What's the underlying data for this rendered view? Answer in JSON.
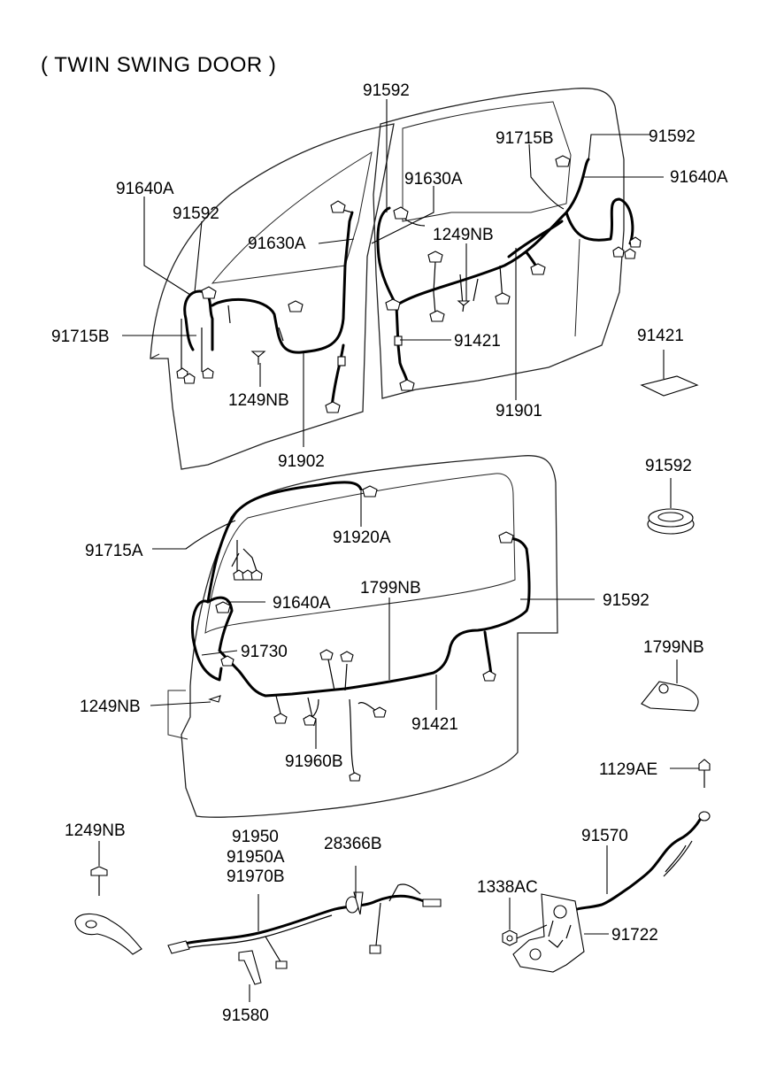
{
  "title": "( TWIN SWING DOOR )",
  "labels": {
    "front_91592": "91592",
    "front_91715B_r": "91715B",
    "front_91592_r": "91592",
    "front_91640A_r": "91640A",
    "front_91640A_l": "91640A",
    "front_91630A_r": "91630A",
    "front_91592_l": "91592",
    "front_1249NB_r": "1249NB",
    "front_91630A_l": "91630A",
    "front_91715B_l": "91715B",
    "front_91421": "91421",
    "front_1249NB_l": "1249NB",
    "front_91901": "91901",
    "front_91902": "91902",
    "side_91421": "91421",
    "side_91592": "91592",
    "rear_91715A": "91715A",
    "rear_91920A": "91920A",
    "rear_1799NB": "1799NB",
    "rear_91592": "91592",
    "rear_91640A": "91640A",
    "rear_91730": "91730",
    "rear_1249NB": "1249NB",
    "rear_91421": "91421",
    "rear_91960B": "91960B",
    "side_1799NB": "1799NB",
    "side_1129AE": "1129AE",
    "bottom_1249NB": "1249NB",
    "bottom_91950": "91950",
    "bottom_91950A": "91950A",
    "bottom_91970B": "91970B",
    "bottom_28366B": "28366B",
    "bottom_91570": "91570",
    "bottom_1338AC": "1338AC",
    "bottom_91722": "91722",
    "bottom_91580": "91580"
  }
}
